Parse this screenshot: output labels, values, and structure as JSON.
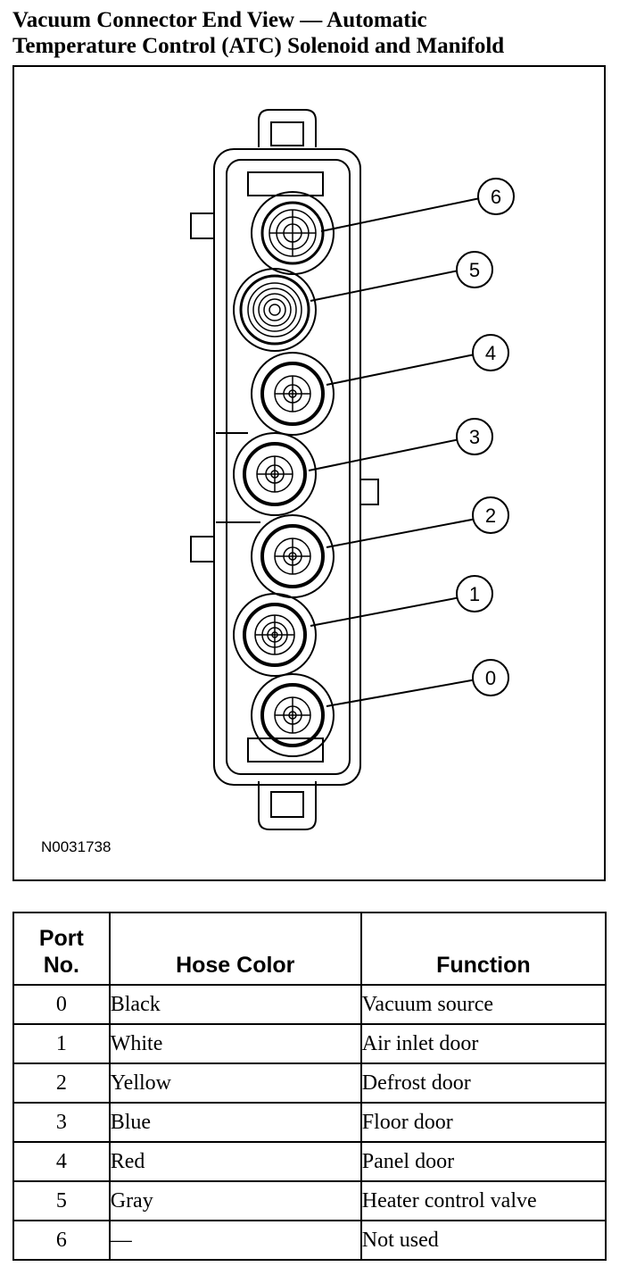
{
  "title": {
    "line1": "Vacuum Connector End View — Automatic",
    "line2": "Temperature Control (ATC) Solenoid and Manifold"
  },
  "figure": {
    "id": "N0031738",
    "callouts": [
      "6",
      "5",
      "4",
      "3",
      "2",
      "1",
      "0"
    ]
  },
  "table": {
    "headers": {
      "port_line1": "Port",
      "port_line2": "No.",
      "hose_color": "Hose Color",
      "function": "Function"
    },
    "rows": [
      {
        "port": "0",
        "hose_color": "Black",
        "function": "Vacuum source"
      },
      {
        "port": "1",
        "hose_color": "White",
        "function": "Air inlet door"
      },
      {
        "port": "2",
        "hose_color": "Yellow",
        "function": "Defrost door"
      },
      {
        "port": "3",
        "hose_color": "Blue",
        "function": "Floor door"
      },
      {
        "port": "4",
        "hose_color": "Red",
        "function": "Panel door"
      },
      {
        "port": "5",
        "hose_color": "Gray",
        "function": "Heater control valve"
      },
      {
        "port": "6",
        "hose_color": "—",
        "function": "Not used"
      }
    ]
  }
}
